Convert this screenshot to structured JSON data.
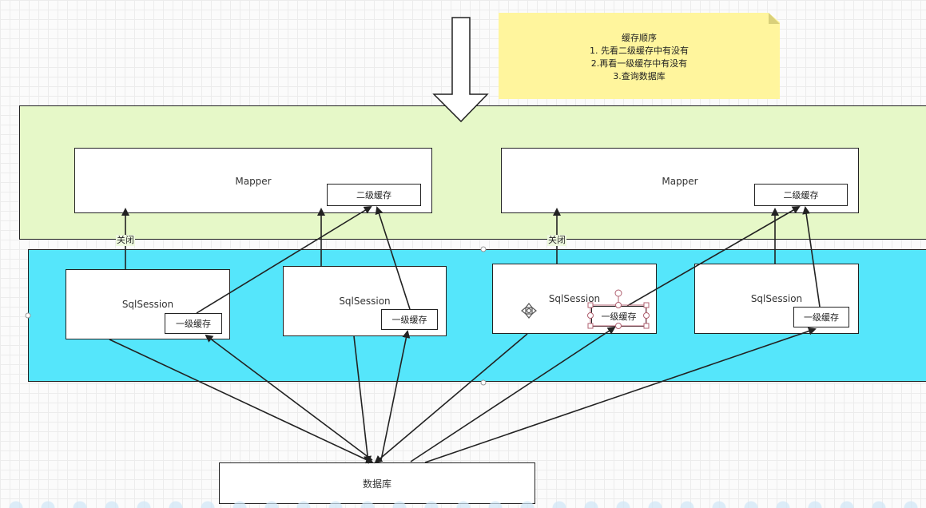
{
  "note": {
    "title": "缓存顺序",
    "lines": [
      "1. 先看二级缓存中有没有",
      "2.再看一级缓存中有没有",
      "3.查询数据库"
    ]
  },
  "mappers": [
    {
      "label": "Mapper",
      "cache_label": "二级缓存"
    },
    {
      "label": "Mapper",
      "cache_label": "二级缓存"
    }
  ],
  "sessions": [
    {
      "label": "SqlSession",
      "cache_label": "一级缓存"
    },
    {
      "label": "SqlSession",
      "cache_label": "一级缓存"
    },
    {
      "label": "SqlSession",
      "cache_label": "一级缓存"
    },
    {
      "label": "SqlSession",
      "cache_label": "一级缓存"
    }
  ],
  "close_labels": [
    "关闭",
    "关闭"
  ],
  "database": {
    "label": "数据库"
  },
  "colors": {
    "green_region": "#e6f8c8",
    "cyan_region": "#55e6fb",
    "note": "#fff59d"
  },
  "icons": [
    "big-down-arrow-icon",
    "move-icon"
  ]
}
